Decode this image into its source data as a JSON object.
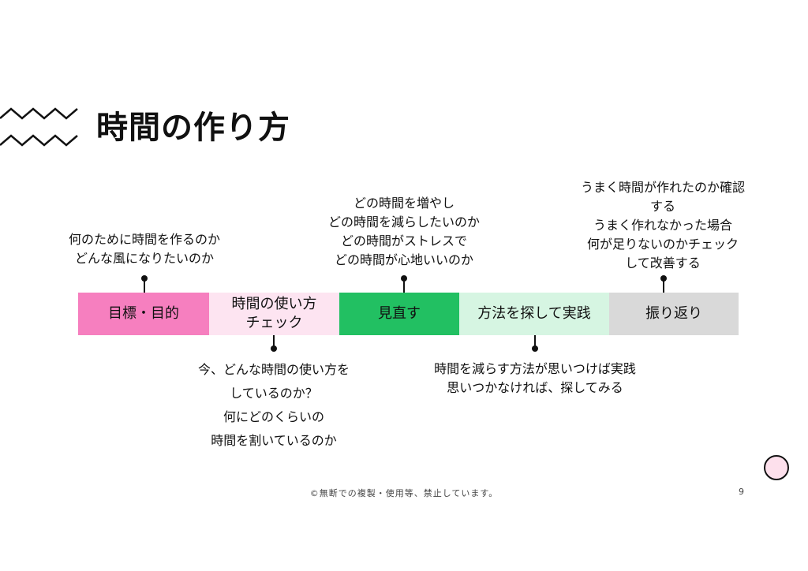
{
  "title": "時間の作り方",
  "steps": [
    {
      "label": "目標・目的",
      "color": "#f67fbf"
    },
    {
      "label_lines": [
        "時間の使い方",
        "チェック"
      ],
      "color": "#fde4f1"
    },
    {
      "label": "見直す",
      "color": "#22c062"
    },
    {
      "label": "方法を探して実践",
      "color": "#d6f5e2"
    },
    {
      "label": "振り返り",
      "color": "#d9d9d9"
    }
  ],
  "annotations": {
    "goal": [
      "何のために時間を作るのか",
      "どんな風になりたいのか"
    ],
    "check": [
      "今、どんな時間の使い方を",
      "しているのか？",
      "何にどのくらいの",
      "時間を割いているのか"
    ],
    "review": [
      "どの時間を増やし",
      "どの時間を減らしたいのか",
      "どの時間がストレスで",
      "どの時間が心地いいのか"
    ],
    "practice": [
      "時間を減らす方法が思いつけば実践",
      "思いつかなければ、探してみる"
    ],
    "reflect": [
      "うまく時間が作れたのか確認",
      "する",
      "うまく作れなかった場合",
      "何が足りないのかチェック",
      "して改善する"
    ]
  },
  "footer": "©無断での複製・使用等、禁止しています。",
  "page_number": "9",
  "colors": {
    "text": "#111111",
    "accent_pink": "#f67fbf",
    "accent_green": "#22c062"
  }
}
